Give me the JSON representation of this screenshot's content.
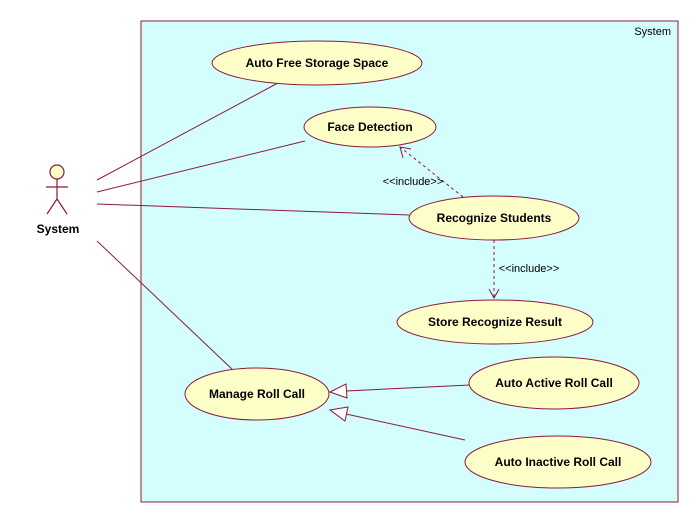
{
  "boundary": {
    "label": "System"
  },
  "actor": {
    "label": "System"
  },
  "use_cases": {
    "auto_free_storage": "Auto Free Storage Space",
    "face_detection": "Face Detection",
    "recognize_students": "Recognize Students",
    "store_result": "Store Recognize Result",
    "manage_roll_call": "Manage Roll Call",
    "auto_active_roll_call": "Auto Active Roll Call",
    "auto_inactive_roll_call": "Auto Inactive Roll Call"
  },
  "relations": {
    "include_face_detection": "<<include>>",
    "include_store_result": "<<include>>"
  },
  "colors": {
    "boundary_fill": "#d4fdfd",
    "use_case_fill": "#fefec8",
    "line": "#8b1a3a"
  }
}
